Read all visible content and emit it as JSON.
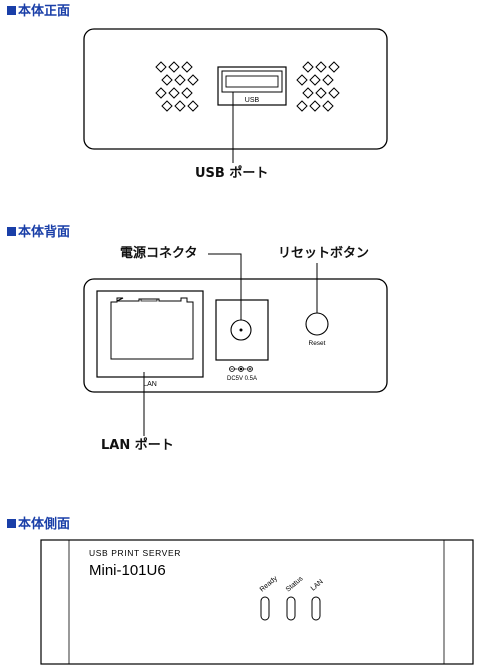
{
  "front": {
    "title": "本体正面",
    "usb_port_label": "USB",
    "callout": "USB ポート"
  },
  "back": {
    "title": "本体背面",
    "power_callout": "電源コネクタ",
    "reset_callout": "リセットボタン",
    "lan_port_label": "LAN",
    "dc_label": "DC5V  0.5A",
    "reset_label": "Reset",
    "lan_callout": "LAN ポート"
  },
  "side": {
    "title": "本体側面",
    "brand": "USB PRINT SERVER",
    "model": "Mini-101U6",
    "led_ready": "Ready",
    "led_status": "Status",
    "led_lan": "LAN"
  }
}
